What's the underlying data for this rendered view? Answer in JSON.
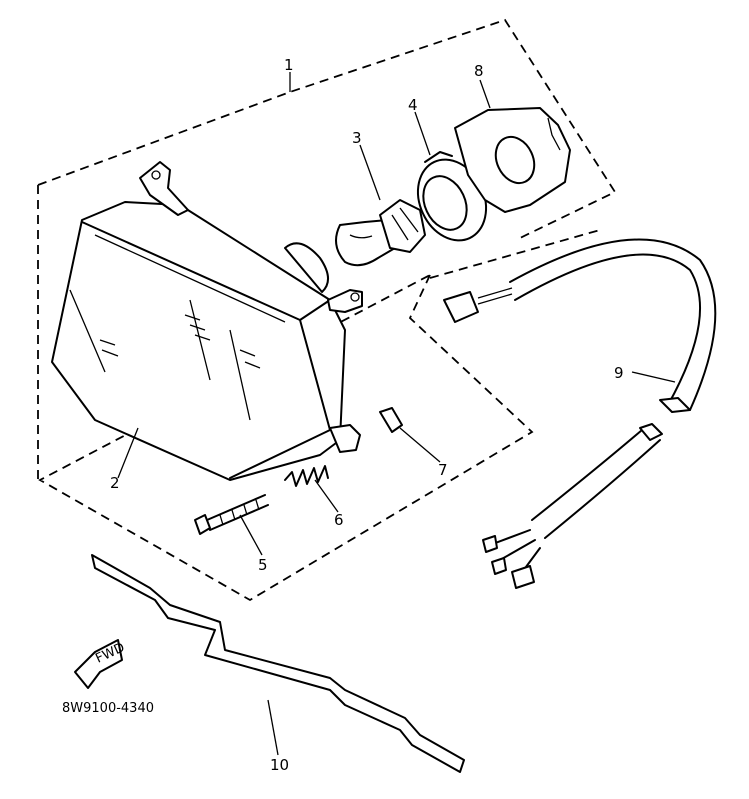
{
  "diagram": {
    "callouts": {
      "c1": "1",
      "c2": "2",
      "c3": "3",
      "c4": "4",
      "c5": "5",
      "c6": "6",
      "c7": "7",
      "c8": "8",
      "c9": "9",
      "c10": "10"
    },
    "fwd_arrow_text": "FWD",
    "figure_code": "8W9100-4340"
  }
}
